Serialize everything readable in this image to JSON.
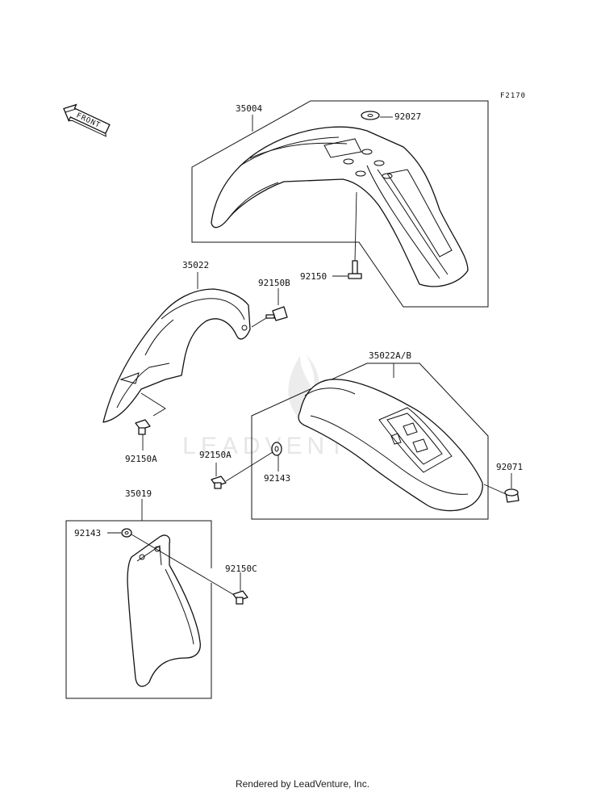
{
  "diagram_code": "F2170",
  "front_arrow_label": "FRONT",
  "watermark_text": "LEADVENTURE",
  "footer_text": "Rendered by LeadVenture, Inc.",
  "parts": {
    "p35004": "35004",
    "p92027": "92027",
    "p92150": "92150",
    "p35022": "35022",
    "p92150B": "92150B",
    "p92150A_left": "92150A",
    "p35022AB": "35022A/B",
    "p92150A_mid": "92150A",
    "p92143_mid": "92143",
    "p92071": "92071",
    "p35019": "35019",
    "p92143_left": "92143",
    "p92150C": "92150C"
  }
}
